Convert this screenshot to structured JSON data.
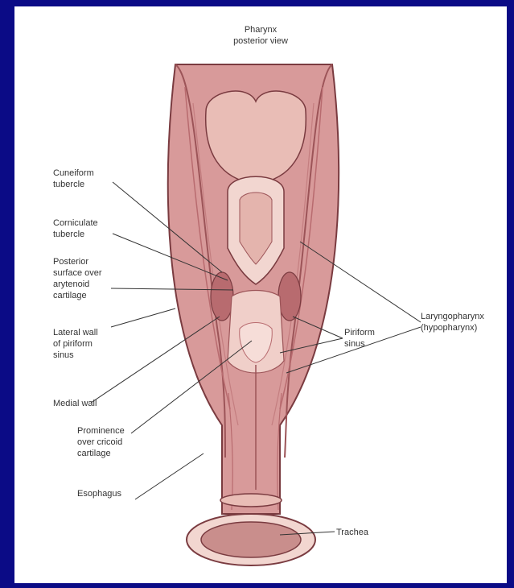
{
  "diagram": {
    "title": "Pharynx\nposterior view",
    "labels": {
      "cuneiform": "Cuneiform\ntubercle",
      "corniculate": "Corniculate\ntubercle",
      "posterior_surface": "Posterior\nsurface over\narytenoid\ncartilage",
      "lateral_wall": "Lateral wall\nof piriform\nsinus",
      "medial_wall": "Medial wall",
      "prominence": "Prominence\nover cricoid\ncartilage",
      "esophagus": "Esophagus",
      "piriform": "Piriform\nsinus",
      "laryngopharynx": "Laryngopharynx\n(hypopharynx)",
      "trachea": "Trachea"
    },
    "colors": {
      "background": "#0b0b86",
      "tissue": "#d89a9a",
      "tissue_dark": "#b86b6f",
      "tissue_light": "#f0cfc9",
      "leader": "#333333"
    }
  }
}
